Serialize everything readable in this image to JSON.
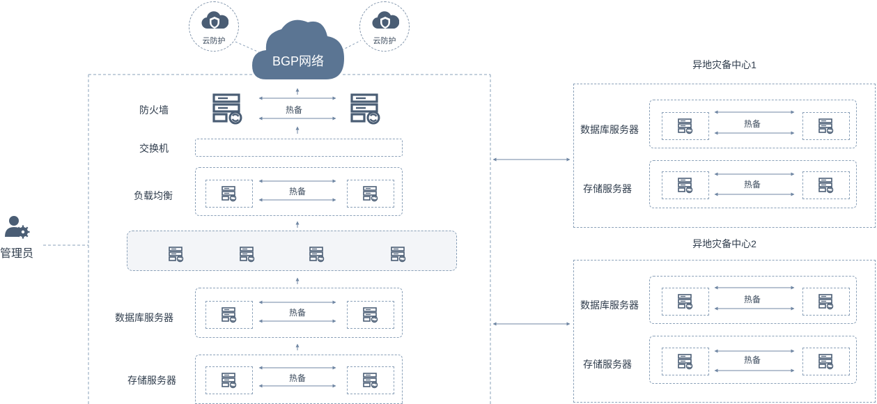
{
  "cloud": {
    "label": "BGP网络"
  },
  "shield_left": {
    "label": "云防护"
  },
  "shield_right": {
    "label": "云防护"
  },
  "admin": {
    "label": "管理员"
  },
  "main": {
    "firewall": {
      "label": "防火墙",
      "link": "热备"
    },
    "switch": {
      "label": "交换机"
    },
    "load_balance": {
      "label": "负载均衡",
      "link": "热备"
    },
    "db": {
      "label": "数据库服务器",
      "link": "热备"
    },
    "storage": {
      "label": "存储服务器",
      "link": "热备"
    }
  },
  "dr1": {
    "title": "异地灾备中心1",
    "db": {
      "label": "数据库服务器",
      "link": "热备"
    },
    "storage": {
      "label": "存储服务器",
      "link": "热备"
    }
  },
  "dr2": {
    "title": "异地灾备中心2",
    "db": {
      "label": "数据库服务器",
      "link": "热备"
    },
    "storage": {
      "label": "存储服务器",
      "link": "热备"
    }
  },
  "colors": {
    "line": "#6f86a3",
    "dash": "#8aa0b8",
    "icon": "#4a5d74",
    "cloud": "#5b7593",
    "text": "#2f3c4c"
  },
  "icons": [
    "cloud-icon",
    "shield-icon",
    "admin-user-gear-icon",
    "server-sync-icon",
    "arrow-icon"
  ]
}
